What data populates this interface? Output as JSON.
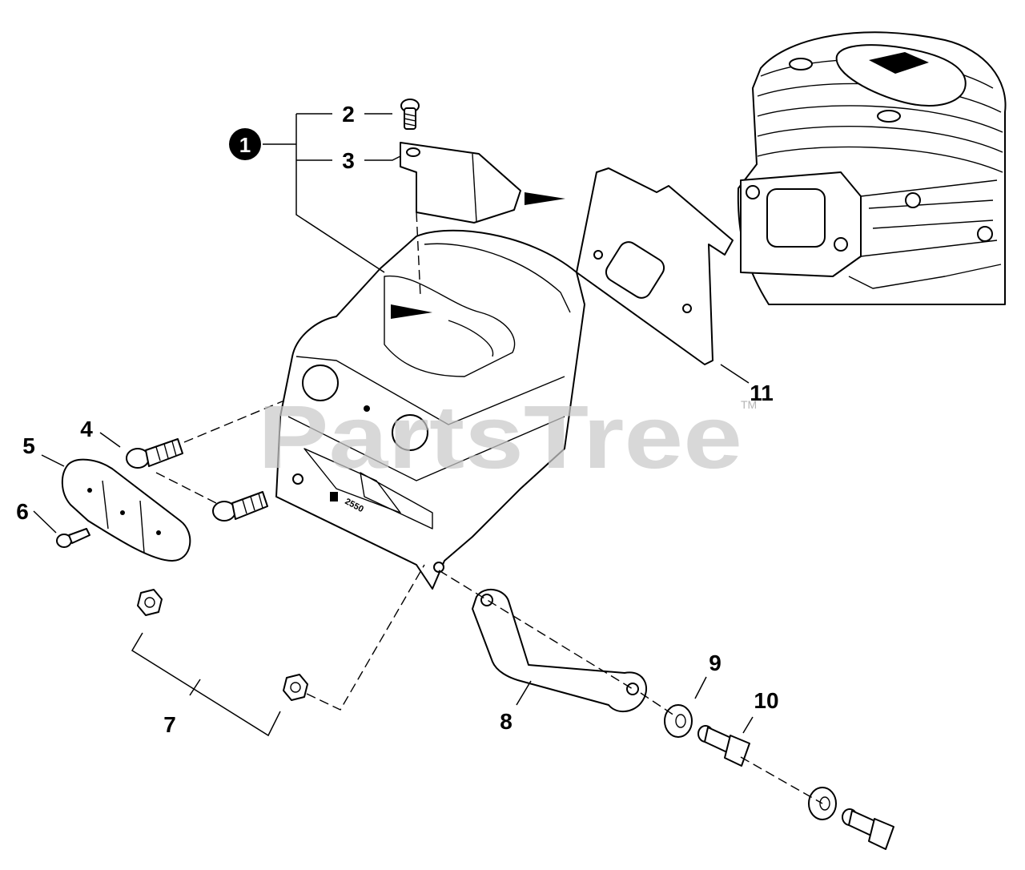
{
  "callouts": {
    "c1": "1",
    "c2": "2",
    "c3": "3",
    "c4": "4",
    "c5": "5",
    "c6": "6",
    "c7": "7",
    "c8": "8",
    "c9": "9",
    "c10": "10",
    "c11": "11"
  },
  "stamp_text": "2550",
  "watermark": {
    "text": "PartsTree",
    "trademark": "TM"
  }
}
